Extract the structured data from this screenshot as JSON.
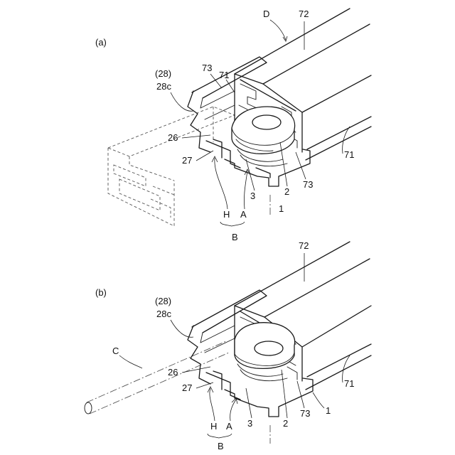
{
  "panel_a": {
    "tag": "(a)",
    "labels": {
      "D": "D",
      "n72": "72",
      "n71_top": "71",
      "n73_top": "73",
      "n28": "(28)",
      "n28c": "28c",
      "n26": "26",
      "n27": "27",
      "n71_side": "71",
      "n2": "2",
      "n73_bot": "73",
      "n3": "3",
      "n1": "1",
      "H": "H",
      "A": "A",
      "B": "B"
    }
  },
  "panel_b": {
    "tag": "(b)",
    "labels": {
      "n72": "72",
      "n28": "(28)",
      "n28c": "28c",
      "C": "C",
      "n26": "26",
      "n27": "27",
      "n71_side": "71",
      "n1": "1",
      "n3": "3",
      "n2": "2",
      "n73": "73",
      "H": "H",
      "A": "A",
      "B": "B"
    }
  }
}
